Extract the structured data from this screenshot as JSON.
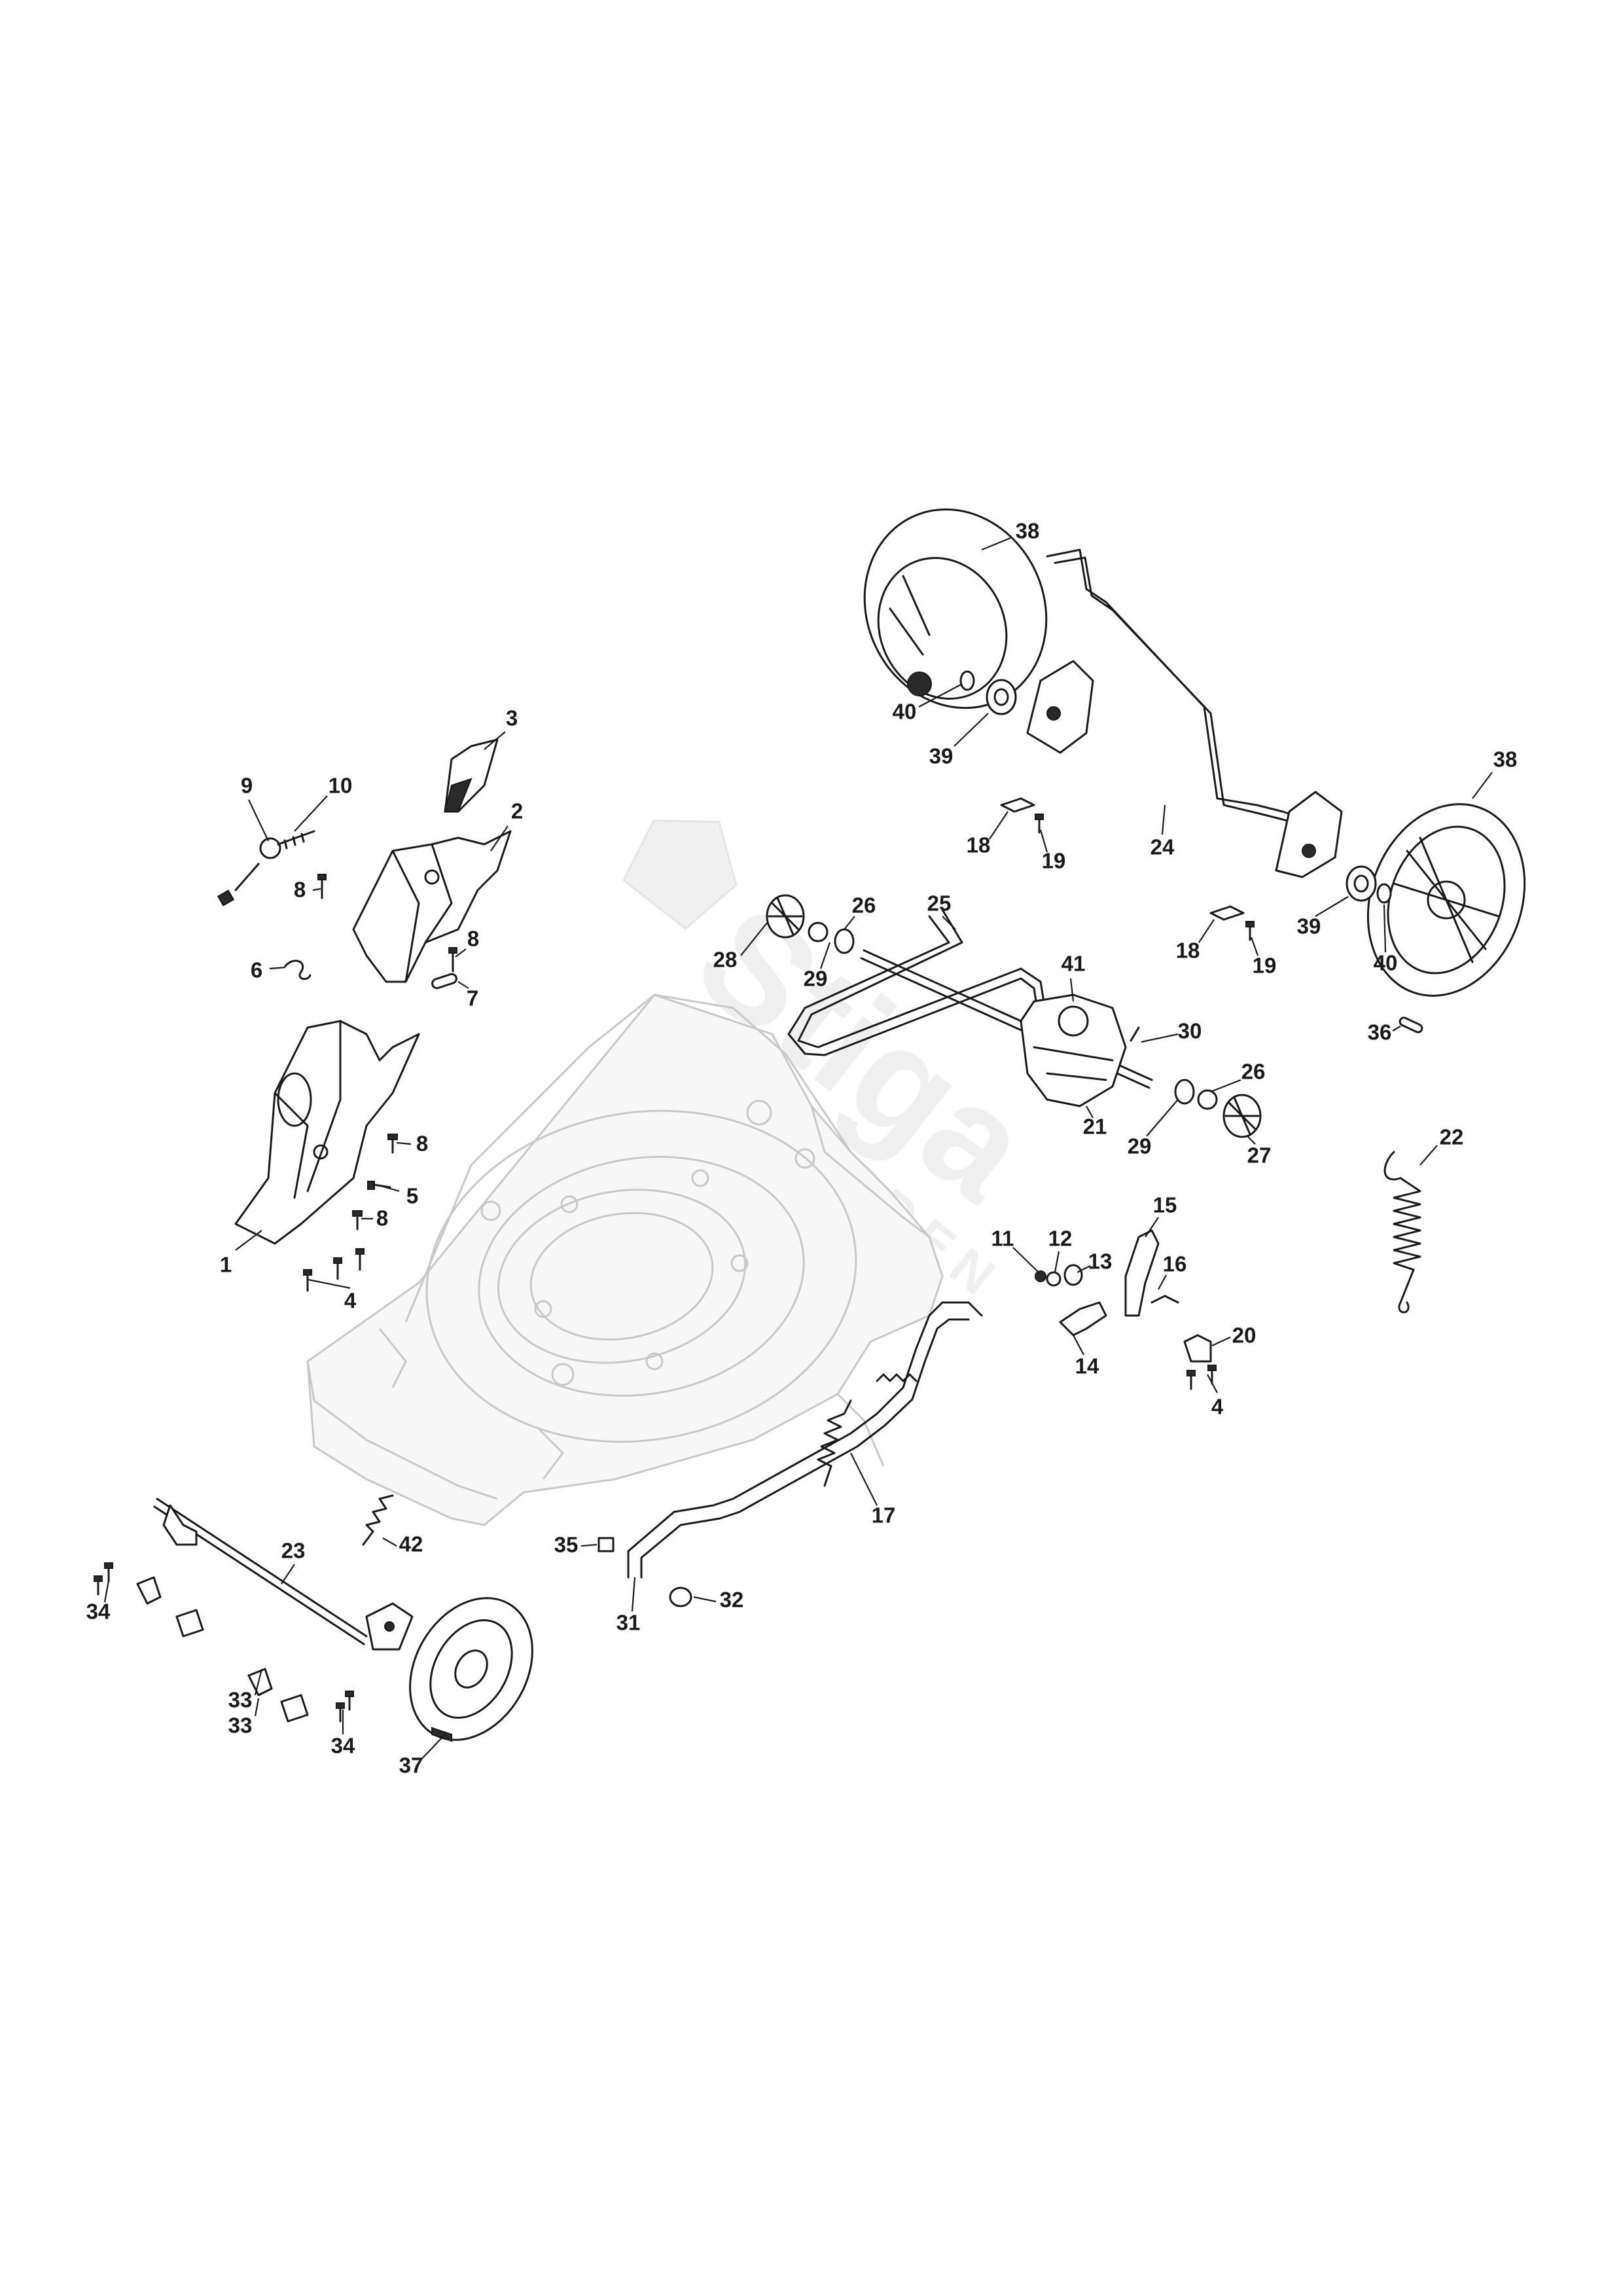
{
  "watermark": {
    "brand": "Stiga",
    "sub": "GARDEN"
  },
  "callouts": [
    {
      "label": "1"
    },
    {
      "label": "2"
    },
    {
      "label": "3"
    },
    {
      "label": "4"
    },
    {
      "label": "4"
    },
    {
      "label": "5"
    },
    {
      "label": "6"
    },
    {
      "label": "7"
    },
    {
      "label": "8"
    },
    {
      "label": "8"
    },
    {
      "label": "8"
    },
    {
      "label": "8"
    },
    {
      "label": "9"
    },
    {
      "label": "10"
    },
    {
      "label": "11"
    },
    {
      "label": "12"
    },
    {
      "label": "13"
    },
    {
      "label": "14"
    },
    {
      "label": "15"
    },
    {
      "label": "16"
    },
    {
      "label": "17"
    },
    {
      "label": "18"
    },
    {
      "label": "18"
    },
    {
      "label": "19"
    },
    {
      "label": "19"
    },
    {
      "label": "20"
    },
    {
      "label": "21"
    },
    {
      "label": "22"
    },
    {
      "label": "23"
    },
    {
      "label": "24"
    },
    {
      "label": "25"
    },
    {
      "label": "26"
    },
    {
      "label": "26"
    },
    {
      "label": "27"
    },
    {
      "label": "28"
    },
    {
      "label": "29"
    },
    {
      "label": "29"
    },
    {
      "label": "30"
    },
    {
      "label": "31"
    },
    {
      "label": "32"
    },
    {
      "label": "33"
    },
    {
      "label": "33"
    },
    {
      "label": "34"
    },
    {
      "label": "34"
    },
    {
      "label": "35"
    },
    {
      "label": "36"
    },
    {
      "label": "37"
    },
    {
      "label": "38"
    },
    {
      "label": "38"
    },
    {
      "label": "39"
    },
    {
      "label": "39"
    },
    {
      "label": "40"
    },
    {
      "label": "40"
    },
    {
      "label": "41"
    },
    {
      "label": "42"
    }
  ]
}
